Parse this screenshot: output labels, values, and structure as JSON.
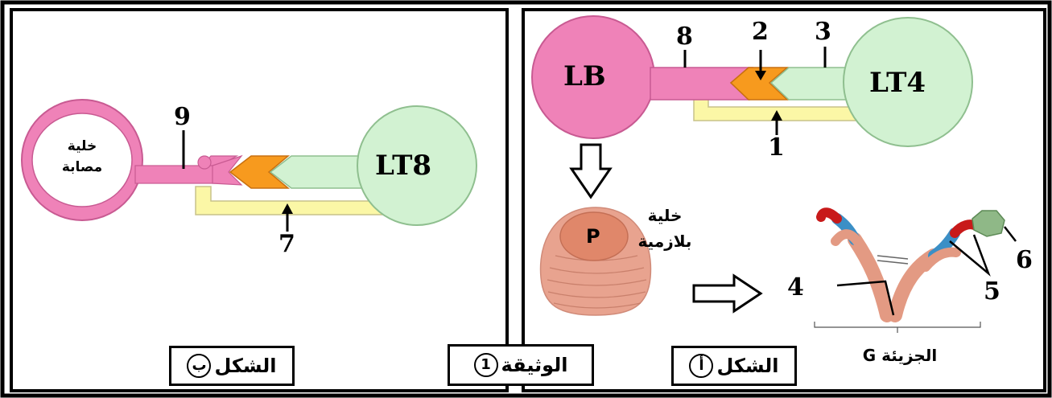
{
  "document": {
    "title_word": "الوثيقة",
    "title_number": "1"
  },
  "figure_a": {
    "label_word": "الشكل",
    "label_letter": "أ",
    "cells": {
      "lb": "LB",
      "lt4": "LT4",
      "plasma_cell_line1": "خلية",
      "plasma_cell_line2": "بلازمية",
      "nucleus": "P"
    },
    "numbers": {
      "n1": "1",
      "n2": "2",
      "n3": "3",
      "n4": "4",
      "n5": "5",
      "n6": "6",
      "n8": "8"
    },
    "molecule_label": "الجزيئة G"
  },
  "figure_b": {
    "label_word": "الشكل",
    "label_letter": "ب",
    "cells": {
      "lt8": "LT8",
      "infected_line1": "خلية",
      "infected_line2": "مصابة"
    },
    "numbers": {
      "n7": "7",
      "n9": "9"
    }
  },
  "colors": {
    "pink": "#ef82b8",
    "green": "#d2f2d2",
    "orange": "#f79a1e",
    "yellow": "#fbf7a6",
    "plasma": "#e8a38f",
    "nucleus": "#e0876a",
    "red": "#c81a1a",
    "blue": "#3b8fc6",
    "antigen": "#8fb887"
  }
}
